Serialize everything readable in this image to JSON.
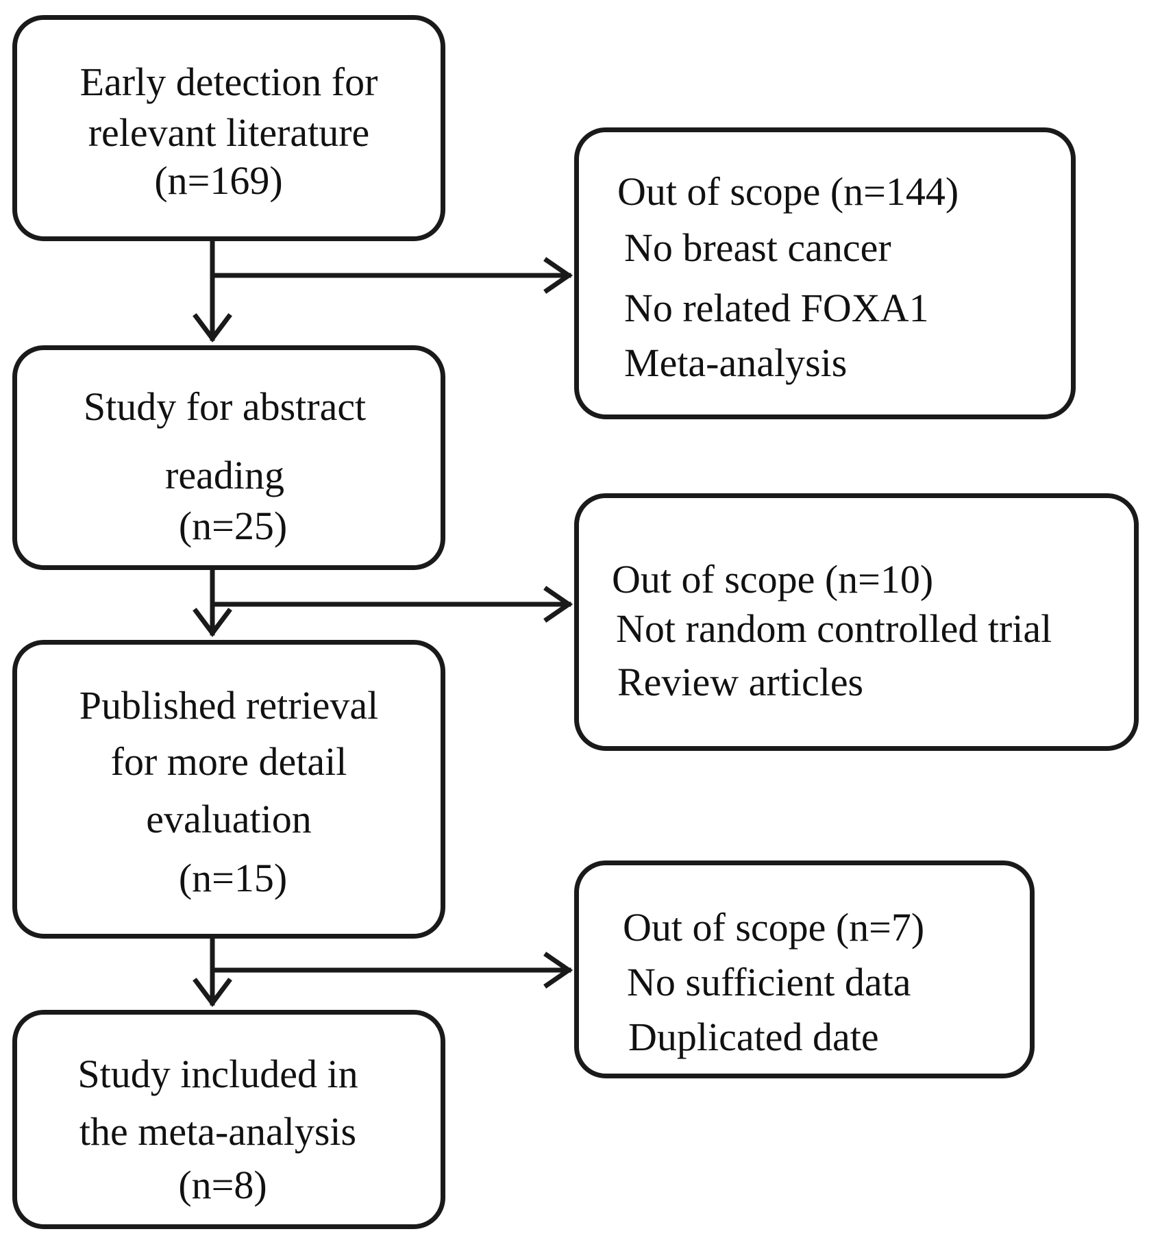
{
  "flow": {
    "steps": [
      {
        "lines": [
          "Early detection for",
          "relevant literature",
          "(n=169)"
        ]
      },
      {
        "lines": [
          "Study for abstract",
          "reading",
          "(n=25)"
        ]
      },
      {
        "lines": [
          "Published retrieval",
          "for more detail",
          "evaluation",
          "(n=15)"
        ]
      },
      {
        "lines": [
          "Study included in",
          "the meta-analysis",
          "(n=8)"
        ]
      }
    ],
    "exclusions": [
      {
        "lines": [
          "Out of scope (n=144)",
          "No breast cancer",
          "No related FOXA1",
          "Meta-analysis"
        ]
      },
      {
        "lines": [
          "Out of scope (n=10)",
          "Not random controlled trial",
          "Review articles"
        ]
      },
      {
        "lines": [
          "Out of scope (n=7)",
          "No sufficient data",
          "Duplicated date"
        ]
      }
    ]
  },
  "colors": {
    "stroke": "#1a1a1a",
    "background": "#ffffff",
    "text": "#111111"
  }
}
